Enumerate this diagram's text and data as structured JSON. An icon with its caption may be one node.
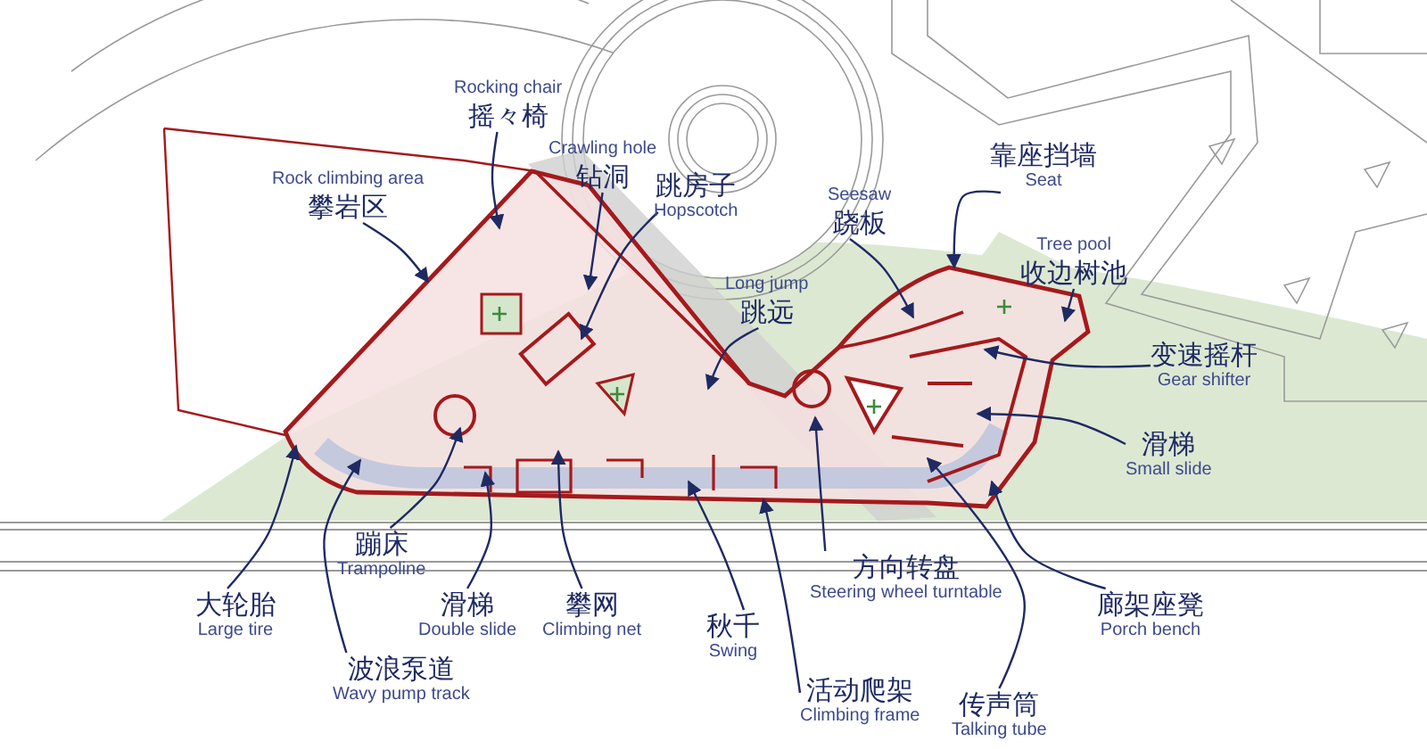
{
  "diagram": {
    "nodes": [
      {
        "text": [
          "Rocking chair",
          "摇々椅"
        ]
      },
      {
        "text": [
          "Crawling hole",
          "钻洞"
        ]
      },
      {
        "text": [
          "跳房子",
          "Hopscotch"
        ]
      },
      {
        "text": [
          "Rock climbing area",
          "攀岩区"
        ]
      },
      {
        "text": [
          "靠座挡墙",
          "Seat"
        ]
      },
      {
        "text": [
          "Seesaw",
          "跷板"
        ]
      },
      {
        "text": [
          "Tree pool",
          "收边树池"
        ]
      },
      {
        "text": [
          "Long jump",
          "跳远"
        ]
      },
      {
        "text": [
          "变速摇杆",
          "Gear shifter"
        ]
      },
      {
        "text": [
          "滑梯",
          "Small slide"
        ]
      },
      {
        "text": [
          "蹦床",
          "Trampoline"
        ]
      },
      {
        "text": [
          "方向转盘",
          "Steering wheel turntable"
        ]
      },
      {
        "text": [
          "大轮胎",
          "Large tire"
        ]
      },
      {
        "text": [
          "滑梯",
          "Double slide"
        ]
      },
      {
        "text": [
          "攀网",
          "Climbing net"
        ]
      },
      {
        "text": [
          "廊架座凳",
          "Porch bench"
        ]
      },
      {
        "text": [
          "秋千",
          "Swing"
        ]
      },
      {
        "text": [
          "波浪泵道",
          "Wavy pump track"
        ]
      },
      {
        "text": [
          "活动爬架",
          "Climbing frame"
        ]
      },
      {
        "text": [
          "传声筒",
          "Talking tube"
        ]
      }
    ],
    "edges": [
      {
        "from": 0,
        "to": null,
        "arrow": "to"
      },
      {
        "from": 1,
        "to": null,
        "arrow": "to"
      },
      {
        "from": 2,
        "to": null,
        "arrow": "to"
      },
      {
        "from": 3,
        "to": null,
        "arrow": "to"
      },
      {
        "from": 4,
        "to": null,
        "arrow": "to"
      },
      {
        "from": 5,
        "to": null,
        "arrow": "to"
      },
      {
        "from": 6,
        "to": null,
        "arrow": "to"
      },
      {
        "from": 7,
        "to": null,
        "arrow": "to"
      },
      {
        "from": 8,
        "to": null,
        "arrow": "to"
      },
      {
        "from": 9,
        "to": null,
        "arrow": "to"
      },
      {
        "from": 10,
        "to": null,
        "arrow": "to"
      },
      {
        "from": 11,
        "to": null,
        "arrow": "to"
      },
      {
        "from": 12,
        "to": null,
        "arrow": "to"
      },
      {
        "from": 13,
        "to": null,
        "arrow": "to"
      },
      {
        "from": 14,
        "to": null,
        "arrow": "to"
      },
      {
        "from": 15,
        "to": null,
        "arrow": "to"
      },
      {
        "from": 16,
        "to": null,
        "arrow": "to"
      },
      {
        "from": 17,
        "to": null,
        "arrow": "to"
      },
      {
        "from": 18,
        "to": null,
        "arrow": "to"
      },
      {
        "from": 19,
        "to": null,
        "arrow": "to"
      }
    ]
  }
}
